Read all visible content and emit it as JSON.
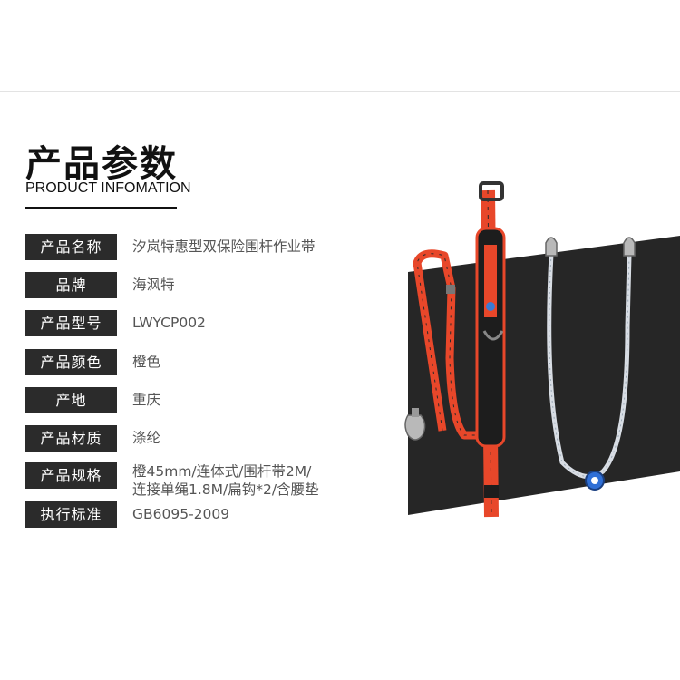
{
  "header": {
    "title": "产品参数",
    "subtitle": "PRODUCT INFOMATION"
  },
  "specs": [
    {
      "label": "产品名称",
      "value": "汐岚特惠型双保险围杆作业带"
    },
    {
      "label": "品牌",
      "value": "海沨特"
    },
    {
      "label": "产品型号",
      "value": "LWYCP002"
    },
    {
      "label": "产品颜色",
      "value": "橙色"
    },
    {
      "label": "产地",
      "value": "重庆"
    },
    {
      "label": "产品材质",
      "value": "涤纶"
    },
    {
      "label": "产品规格",
      "value_line1": "橙45mm/连体式/围杆带2M/",
      "value_line2": "连接单绳1.8M/扁钩*2/含腰垫"
    },
    {
      "label": "执行标准",
      "value": "GB6095-2009"
    }
  ],
  "colors": {
    "label_bg": "#2b2b2b",
    "strap_orange": "#e8472a",
    "backdrop": "#2a2a2a"
  }
}
